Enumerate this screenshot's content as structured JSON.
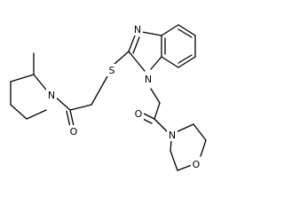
{
  "molecule": {
    "atoms": {
      "n_benzimidazole_top": "N",
      "n_benzimidazole_sub": "N",
      "sulfur": "S",
      "carbonyl_o_left": "O",
      "carbonyl_o_right": "O",
      "n_piperidine": "N",
      "n_morpholine": "N",
      "o_morpholine": "O"
    }
  }
}
